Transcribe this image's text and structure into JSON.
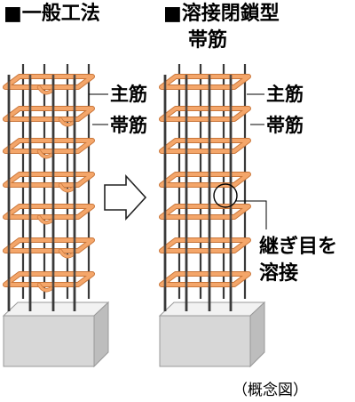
{
  "left_heading": "■一般工法",
  "right_heading_line1": "■溶接閉鎖型",
  "right_heading_line2": "帯筋",
  "label_main_bar": "主筋",
  "label_hoop": "帯筋",
  "label_right_main_bar": "主筋",
  "label_right_hoop": "帯筋",
  "weld_label_line1": "継ぎ目を",
  "weld_label_line2": "溶接",
  "caption": "（概念図）",
  "colors": {
    "hoop": "#f4a66a",
    "hoop_edge": "#c9763a",
    "rebar": "#3a3a3a",
    "base_top": "#f2f2f2",
    "base_front": "#d7d7d7",
    "base_side": "#bdbdbd"
  }
}
